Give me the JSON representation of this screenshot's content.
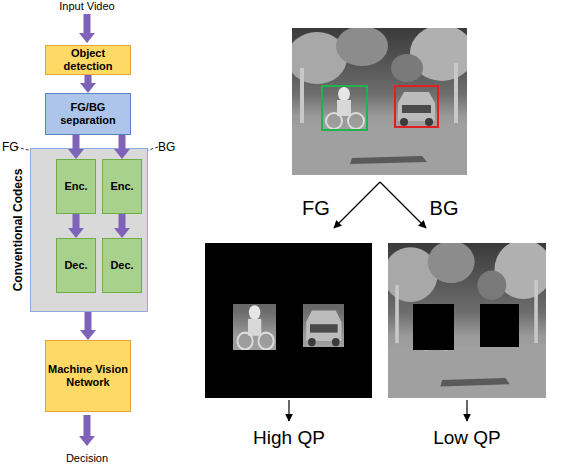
{
  "diagram": {
    "nodes": [
      {
        "text": [
          "Object detection"
        ]
      },
      {
        "text": [
          "FG/BG separation"
        ]
      },
      {
        "text": [
          "Conventional Codecs"
        ]
      },
      {
        "text": [
          "Enc."
        ],
        "in": 2
      },
      {
        "text": [
          "Enc."
        ],
        "in": 2
      },
      {
        "text": [
          "Dec."
        ],
        "in": 2
      },
      {
        "text": [
          "Dec."
        ],
        "in": 2
      },
      {
        "text": [
          "Machine Vision Network"
        ]
      }
    ],
    "edges": [
      {
        "from": 0,
        "to": 1,
        "arrow": "to"
      },
      {
        "from": 1,
        "to": 3,
        "arrow": "to"
      },
      {
        "from": 1,
        "to": 4,
        "arrow": "to"
      },
      {
        "from": 3,
        "to": 5,
        "arrow": "to"
      },
      {
        "from": 4,
        "to": 6,
        "arrow": "to"
      },
      {
        "from": 2,
        "to": 7,
        "arrow": "to"
      }
    ],
    "labels": [
      "Input Video",
      "FG",
      "BG",
      "FG",
      "BG",
      "High QP",
      "Low QP",
      "Decision"
    ]
  }
}
